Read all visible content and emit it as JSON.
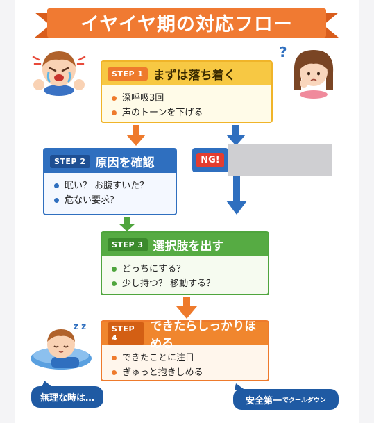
{
  "title": "イヤイヤ期の対応フロー",
  "steps": [
    {
      "badge": "STEP 1",
      "heading": "まずは落ち着く",
      "items": [
        "深呼吸3回",
        "声のトーンを下げる"
      ]
    },
    {
      "badge": "STEP 2",
      "heading": "原因を確認",
      "items": [
        "眠い？ お腹すいた？",
        "危ない要求？"
      ]
    },
    {
      "badge": "STEP 3",
      "heading": "選択肢を出す",
      "items": [
        "どっちにする？",
        "少し持つ？ 移動する？"
      ]
    },
    {
      "badge": "STEP 4",
      "heading": "できたらしっかりほめる",
      "items": [
        "できたことに注目",
        "ぎゅっと抱きしめる"
      ]
    }
  ],
  "ng": {
    "badge": "NG!"
  },
  "bubbles": {
    "left": "無理な時は…",
    "right_main": "安全第一",
    "right_small": "でクールダウン"
  },
  "decorations": {
    "question_mark": "?",
    "sleep_mark": "z z"
  },
  "colors": {
    "ribbon": "#f07a32",
    "step1": "#f7c843",
    "step2": "#2f6fbf",
    "step3": "#56ab43",
    "step4": "#f0862e",
    "ng": "#e43d30",
    "bubble": "#1f5aa3"
  }
}
